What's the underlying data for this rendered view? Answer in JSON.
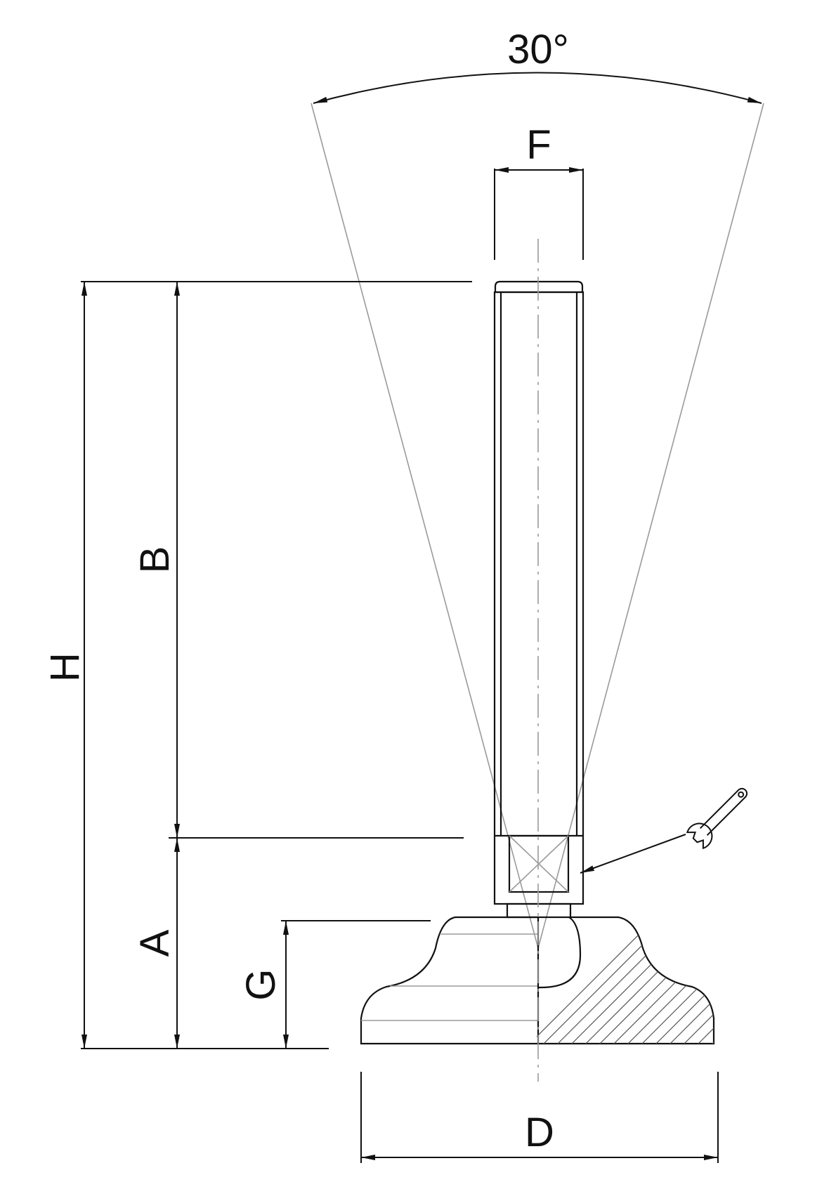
{
  "labels": {
    "angle": "30°",
    "thread": "F",
    "total_height": "H",
    "thread_length": "B",
    "base_height": "A",
    "foot_height": "G",
    "diameter": "D"
  },
  "icons": {
    "wrench": "wrench-icon"
  },
  "colors": {
    "line": "#111111",
    "construction": "#9a9a9a",
    "background": "#ffffff"
  }
}
